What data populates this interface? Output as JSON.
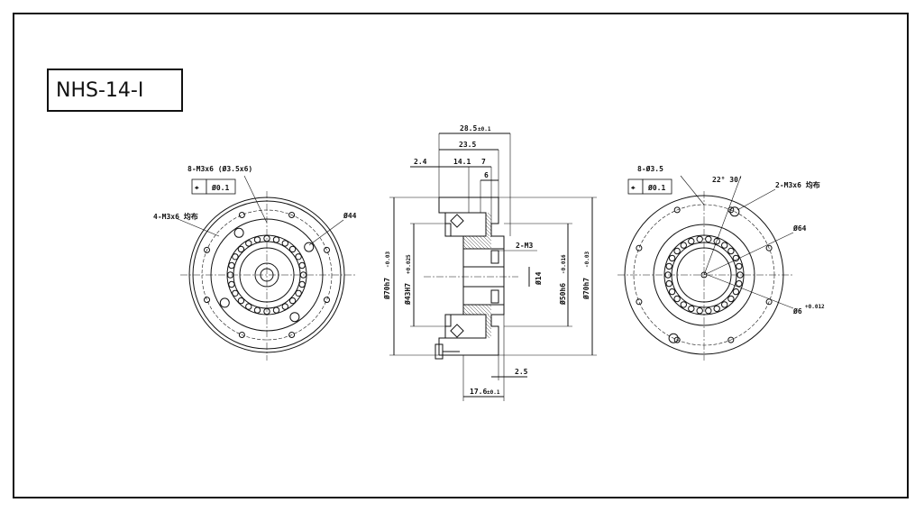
{
  "title": "NHS-14-I",
  "left_view": {
    "hole_note": "8-M3x6 (Ø3.5x6)",
    "tolerance_symbol": "⌖",
    "tolerance_value": "Ø0.1",
    "thread_note": "4-M3x6 均布",
    "dia_label": "Ø44"
  },
  "side_view": {
    "dim_total": "28.5",
    "dim_total_tol": "±0.1",
    "dim_23_5": "23.5",
    "dim_2_4": "2.4",
    "dim_14_1": "14.1",
    "dim_7": "7",
    "dim_6": "6",
    "dim_2m3": "2-M3",
    "dim_d14": "Ø14",
    "dim_d70_left": "Ø70h7",
    "dim_d70_left_tol": "-0.03",
    "dim_d43": "Ø43H7",
    "dim_d43_tol": "+0.025",
    "dim_d50": "Ø50h6",
    "dim_d50_tol": "-0.016",
    "dim_d70_right": "Ø70h7",
    "dim_d70_right_tol": "-0.03",
    "dim_2_5": "2.5",
    "dim_17_6": "17.6",
    "dim_17_6_tol": "±0.1"
  },
  "right_view": {
    "hole_note": "8-Ø3.5",
    "tolerance_symbol": "⌖",
    "tolerance_value": "Ø0.1",
    "angle": "22° 30'",
    "thread_note": "2-M3x6 均布",
    "dia_label": "Ø64",
    "bore_label": "Ø6",
    "bore_tol": "+0.012"
  }
}
